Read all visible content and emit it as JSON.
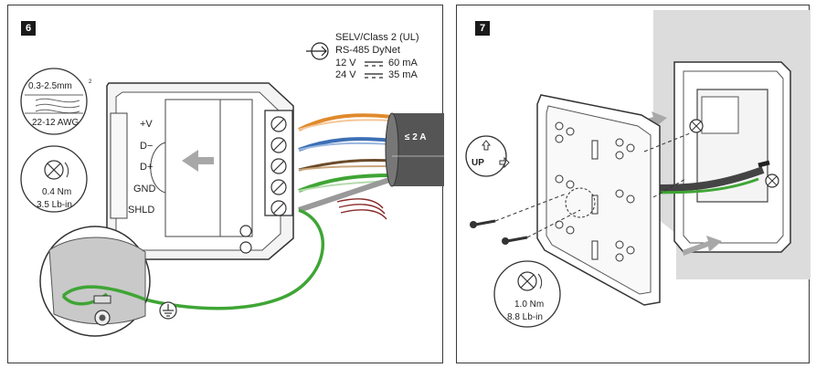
{
  "step6": {
    "number": "6",
    "spec_line1": "SELV/Class 2 (UL)",
    "spec_line2": "RS-485 DyNet",
    "voltage12": "12 V",
    "current12": "60 mA",
    "voltage24": "24 V",
    "current24": "35 mA",
    "wire_size_mm": "0.3-2.5mm",
    "wire_size_sup": "2",
    "wire_size_awg": "22-12 AWG",
    "torque_nm": "0.4 Nm",
    "torque_lbin": "3.5 Lb-in",
    "cable_rating": "≤ 2 A",
    "terminals": [
      "+V",
      "D−",
      "D+",
      "GND",
      "SHLD"
    ]
  },
  "step7": {
    "number": "7",
    "up_label": "UP",
    "torque_nm": "1.0 Nm",
    "torque_lbin": "8.8 Lb-in"
  },
  "colors": {
    "border": "#3a3a3a",
    "ground_wire": "#3fa535",
    "orange_wire": "#e08a2c",
    "blue_wire": "#3d6fb5",
    "cable_grey": "#555555",
    "arrow_grey": "#a8a8a8",
    "wall_grey": "#dcdcdc"
  }
}
